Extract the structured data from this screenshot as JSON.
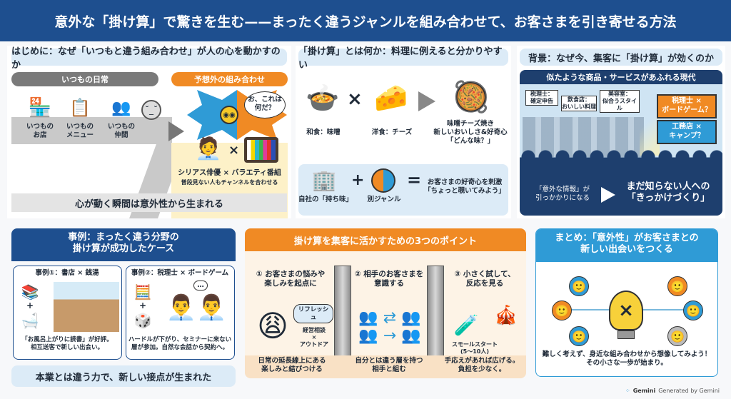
{
  "title": "意外な「掛け算」で驚きを生む——まったく違うジャンルを組み合わせて、お客さまを引き寄せる方法",
  "intro": {
    "heading": "はじめに：なぜ「いつもと違う組み合わせ」が人の心を動かすのか",
    "usual_label": "いつもの日常",
    "unexpected_label": "予想外の組み合わせ",
    "usual_items": [
      {
        "label": "いつもの\nお店"
      },
      {
        "label": "いつもの\nメニュー"
      },
      {
        "label": "いつもの\n仲間"
      }
    ],
    "speech": "お、これは\n何だ？",
    "combo": "シリアス俳優 × バラエティ番組",
    "combo_sub": "普段見ない人もチャンネルを合わせる",
    "times": "×",
    "conclusion": "心が動く瞬間は意外性から生まれる"
  },
  "kakezan": {
    "heading": "「掛け算」とは何か：料理に例えると分かりやすい",
    "food1": "和食：味噌",
    "food2": "洋食：チーズ",
    "result": "味噌チーズ焼き\n新しいおいしさ&好奇心\n「どんな味？」",
    "times": "×",
    "own": "自社の「持ち味」",
    "other": "別ジャンル",
    "plus": "+",
    "equals": "=",
    "effect": "お客さまの好奇心を刺激\n「ちょっと覗いてみよう」"
  },
  "background": {
    "heading": "背景：なぜ今、集客に「掛け算」が効くのか",
    "banner": "似たような商品・サービスがあふれる現代",
    "stalls": [
      "税理士：\n確定申告",
      "飲食店：\nおいしい料理",
      "美容室：\n似合うスタイル"
    ],
    "sign1": "税理士 ×\nボードゲーム？",
    "sign2": "工務店 ×\nキャンプ？",
    "hook": "「意外な情報」が\n引っかかりになる",
    "result": "まだ知らない人への\n「きっかけづくり」"
  },
  "cases": {
    "heading": "事例：まったく違う分野の\n掛け算が成功したケース",
    "case1_title": "事例①：書店 × 銭湯",
    "case1_text": "「お風呂上がりに読書」が好評。\n相互送客で新しい出会い。",
    "case2_title": "事例②：税理士 × ボードゲーム",
    "case2_text": "ハードルが下がり、セミナーに来ない\n層が参加。自然な会話から契約へ。",
    "plus": "+",
    "dots": "…",
    "conclusion": "本業とは違う力で、新しい接点が生まれた"
  },
  "points": {
    "heading": "掛け算を集客に活かすための3つのポイント",
    "items": [
      {
        "title": "① お客さまの悩みや\n楽しみを起点に",
        "bubble": "リフレッシュ",
        "note": "経営相談\n×\nアウトドア",
        "desc": "日常の延長線上にある\n楽しみと結びつける"
      },
      {
        "title": "② 相手のお客さまを\n意識する",
        "desc": "自分とは違う層を持つ\n相手と組む"
      },
      {
        "title": "③ 小さく試して、\n反応を見る",
        "note": "スモールスタート\n(5〜10人)",
        "desc": "手応えがあれば広げる。\n負担を少なく。"
      }
    ]
  },
  "summary": {
    "heading": "まとめ：「意外性」がお客さまとの\n新しい出会いをつくる",
    "text": "難しく考えず、身近な組み合わせから想像してみよう！\nその小さな一歩が始まり。",
    "times": "×"
  },
  "footer": {
    "brand": "Gemini",
    "credit": "Generated by Gemini"
  },
  "colors": {
    "navy": "#1e4f8f",
    "orange": "#f08a24",
    "light_blue": "#dcebf7",
    "sky": "#2f9bd6"
  }
}
